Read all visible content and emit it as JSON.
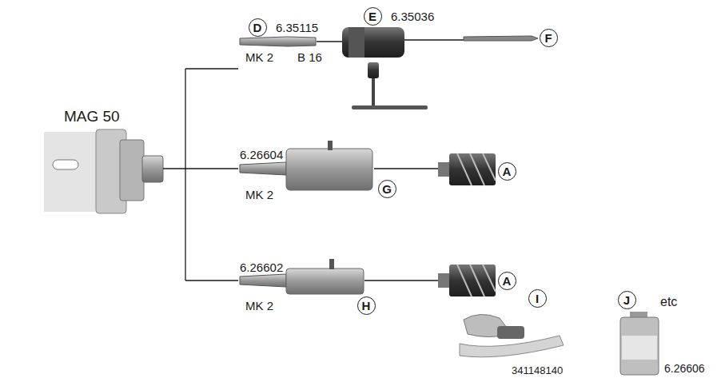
{
  "diagram": {
    "nodes": [
      {
        "text": [
          "D"
        ]
      },
      {
        "text": [
          "E"
        ]
      },
      {
        "text": [
          "F"
        ]
      },
      {
        "text": [
          "G"
        ]
      },
      {
        "text": [
          "A"
        ]
      },
      {
        "text": [
          "H"
        ]
      },
      {
        "text": [
          "A"
        ]
      },
      {
        "text": [
          "I"
        ]
      },
      {
        "text": [
          "J"
        ]
      }
    ],
    "labels": [
      "6.35115",
      "6.35036",
      "MK 2",
      "B 16",
      "MAG 50",
      "6.26604",
      "MK 2",
      "6.26602",
      "MK 2",
      "etc",
      "341148140",
      "6.26606"
    ]
  }
}
